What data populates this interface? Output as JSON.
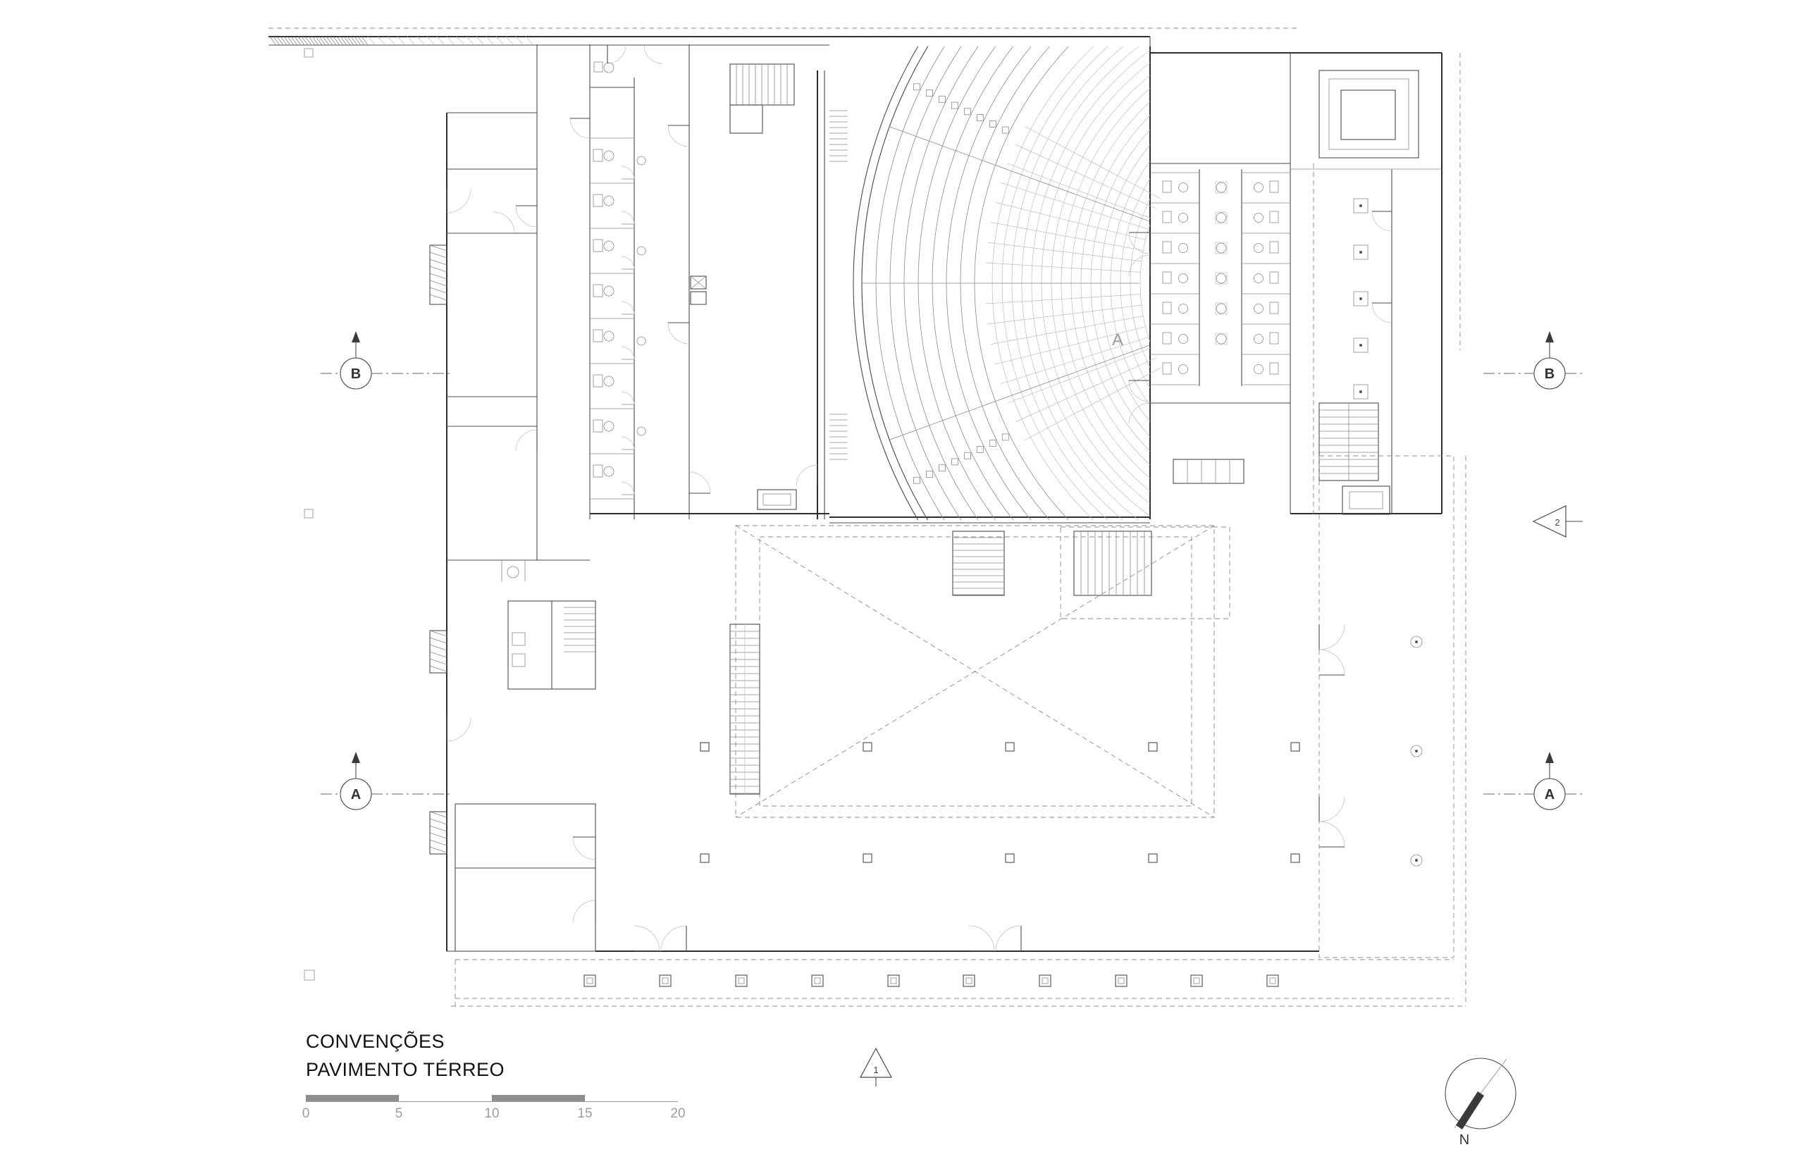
{
  "legend": {
    "title_line1": "CONVENÇÕES",
    "title_line2": "PAVIMENTO TÉRREO"
  },
  "scale_bar": {
    "labels": [
      "0",
      "5",
      "10",
      "15",
      "20"
    ]
  },
  "markers": {
    "section_b": "B",
    "section_a": "A",
    "detail_1": "1",
    "detail_2": "2"
  },
  "plan_labels": {
    "auditorium_section": "A"
  },
  "compass": {
    "north": "N"
  },
  "colors": {
    "line_dark": "#2e2e2e",
    "line_mid": "#4a4a4a",
    "line_light": "#9a9a9a",
    "scale_fill": "#8f8f8f",
    "background": "#ffffff"
  }
}
